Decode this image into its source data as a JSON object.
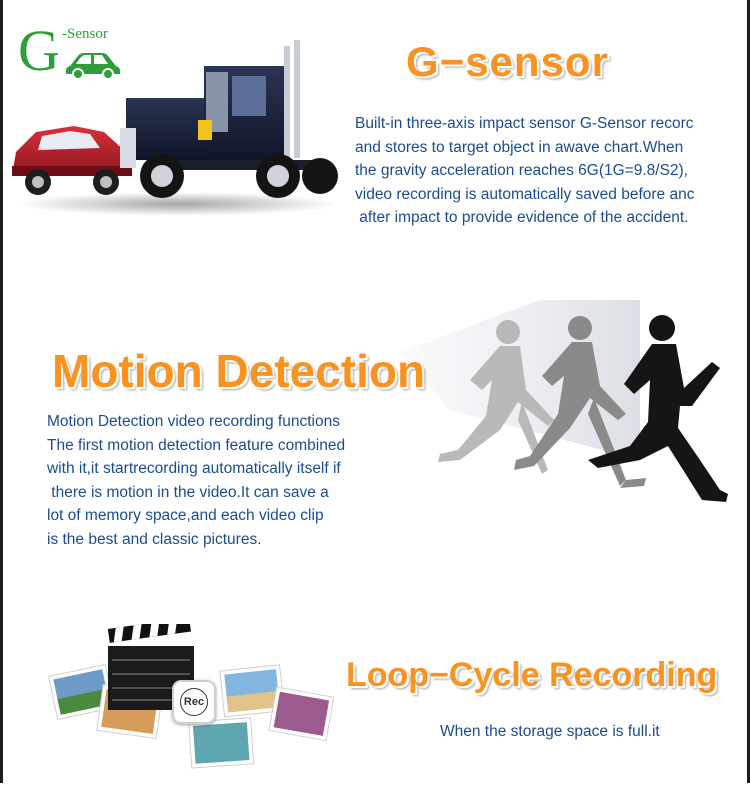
{
  "gsensor": {
    "logo_letter": "G",
    "logo_sub": "-Sensor",
    "title": "G−sensor",
    "body": "Built-in three-axis impact sensor G-Sensor recorc\nand stores to target object in awave chart.When\nthe gravity acceleration reaches 6G(1G=9.8/S2),\nvideo recording is automatically saved before anc\n after impact to provide evidence of the accident."
  },
  "motion": {
    "title": "Motion Detection",
    "body": "Motion Detection video recording functions\nThe first motion detection feature combined\nwith it,it startrecording automatically itself if\n there is motion in the video.It can save a\nlot of memory space,and each video clip\nis the best and classic pictures."
  },
  "loop": {
    "title": "Loop−Cycle Recording",
    "body": "When the storage space is full.it",
    "rec_badge": "Rec"
  },
  "colors": {
    "title_orange": "#f7931e",
    "body_blue": "#1a4d8f",
    "logo_green": "#2e9e3b"
  },
  "icons": [
    "g-sensor-logo-car-icon",
    "truck-crash-illustration",
    "running-silhouettes-illustration",
    "clapperboard-icon",
    "photo-collage-illustration",
    "rec-badge-icon"
  ]
}
